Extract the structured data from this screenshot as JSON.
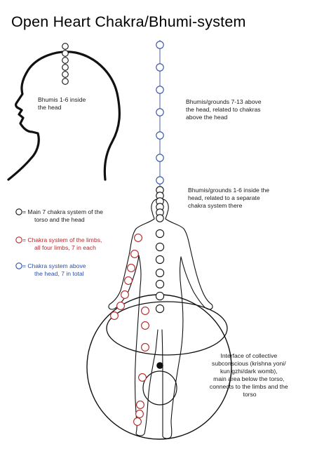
{
  "title": "Open Heart Chakra/Bhumi-system",
  "annotations": {
    "head_bhumis": [
      "Bhumis 1-6 inside",
      "the head"
    ],
    "above_head": [
      "Bhumis/grounds 7-13 above",
      "the head, related to chakras",
      "above the head"
    ],
    "inside_head": [
      "Bhumis/grounds 1-6 inside the",
      "head, related to a separate",
      "chakra system there"
    ],
    "collective": [
      "Interface of collective",
      "subconscious (krishna yoni/",
      "kun gzhi/dark womb),",
      "main area below the torso,",
      "connects to the limbs and the",
      "torso"
    ]
  },
  "legend": [
    {
      "color": "#111111",
      "kind": "black",
      "lines": [
        "= Main 7 chakra system of the",
        "torso and the head"
      ]
    },
    {
      "color": "#b5292b",
      "kind": "red",
      "lines": [
        "= Chakra system of the limbs,",
        "all four limbs, 7 in each"
      ]
    },
    {
      "color": "#2f4fa8",
      "kind": "blue",
      "lines": [
        "= Chakra system above",
        "the head, 7 in total"
      ]
    }
  ],
  "colors": {
    "black": "#111111",
    "red": "#b5292b",
    "blue": "#2f4fa8"
  }
}
